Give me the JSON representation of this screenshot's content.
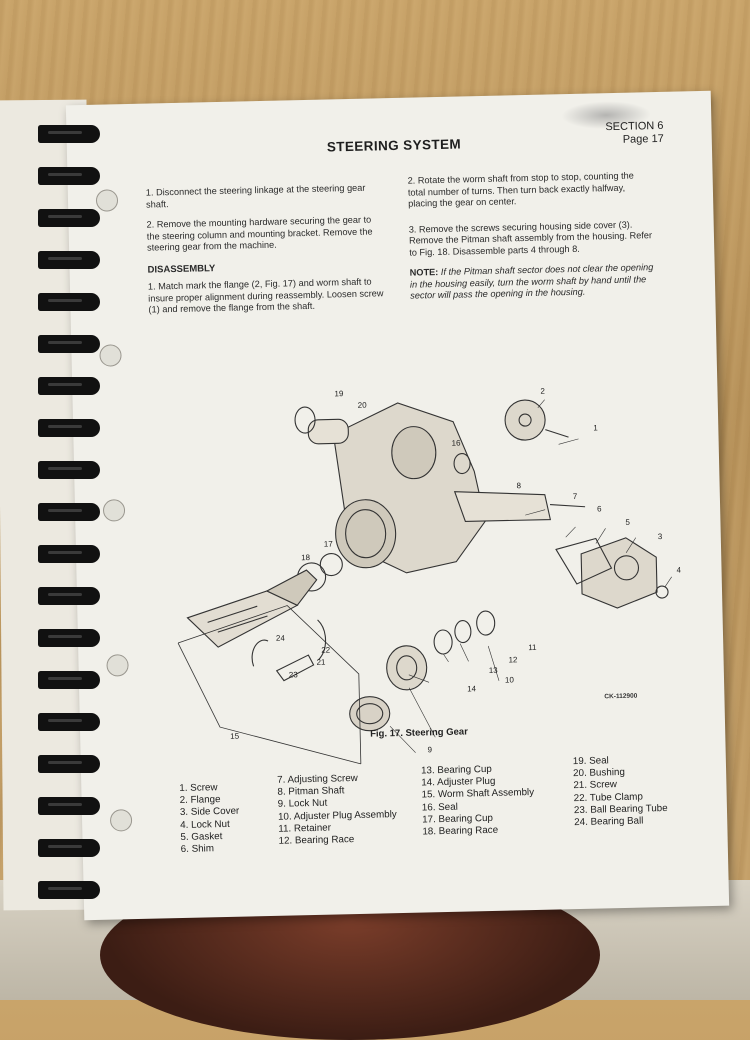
{
  "header": {
    "title": "STEERING SYSTEM",
    "section": "SECTION 6",
    "page": "Page 17"
  },
  "left_column": {
    "step1": "1. Disconnect the steering linkage at the steering gear shaft.",
    "step2": "2. Remove the mounting hardware securing the gear to the steering column and mounting bracket. Remove the steering gear from the machine.",
    "heading": "DISASSEMBLY",
    "dis_step1": "1. Match mark the flange (2, Fig. 17) and worm shaft to insure proper alignment during reassembly. Loosen screw (1) and remove the flange from the shaft."
  },
  "right_column": {
    "step2": "2. Rotate the worm shaft from stop to stop, counting the total number of turns. Then turn back exactly halfway, placing the gear on center.",
    "step3": "3. Remove the screws securing housing side cover (3). Remove the Pitman shaft assembly from the housing. Refer to Fig. 18. Disassemble parts 4 through 8.",
    "note_label": "NOTE:",
    "note_text": " If the Pitman shaft sector does not clear the opening in the housing easily, turn the worm shaft by hand until the sector will pass the opening in the housing."
  },
  "figure": {
    "caption": "Fig. 17. Steering Gear",
    "code": "CK-112900",
    "callouts": [
      "1",
      "2",
      "3",
      "4",
      "5",
      "6",
      "7",
      "8",
      "9",
      "10",
      "11",
      "12",
      "13",
      "14",
      "15",
      "16",
      "17",
      "18",
      "19",
      "20",
      "21",
      "22",
      "23",
      "24"
    ]
  },
  "parts_list": {
    "col1": [
      "1. Screw",
      "2. Flange",
      "3. Side Cover",
      "4. Lock Nut",
      "5. Gasket",
      "6. Shim"
    ],
    "col2": [
      "7. Adjusting Screw",
      "8. Pitman Shaft",
      "9. Lock Nut",
      "10. Adjuster Plug Assembly",
      "11. Retainer",
      "12. Bearing Race"
    ],
    "col3": [
      "13. Bearing Cup",
      "14. Adjuster Plug",
      "15. Worm Shaft Assembly",
      "16. Seal",
      "17. Bearing Cup",
      "18. Bearing Race"
    ],
    "col4": [
      "19. Seal",
      "20. Bushing",
      "21. Screw",
      "22. Tube Clamp",
      "23. Ball Bearing Tube",
      "24. Bearing Ball"
    ]
  }
}
